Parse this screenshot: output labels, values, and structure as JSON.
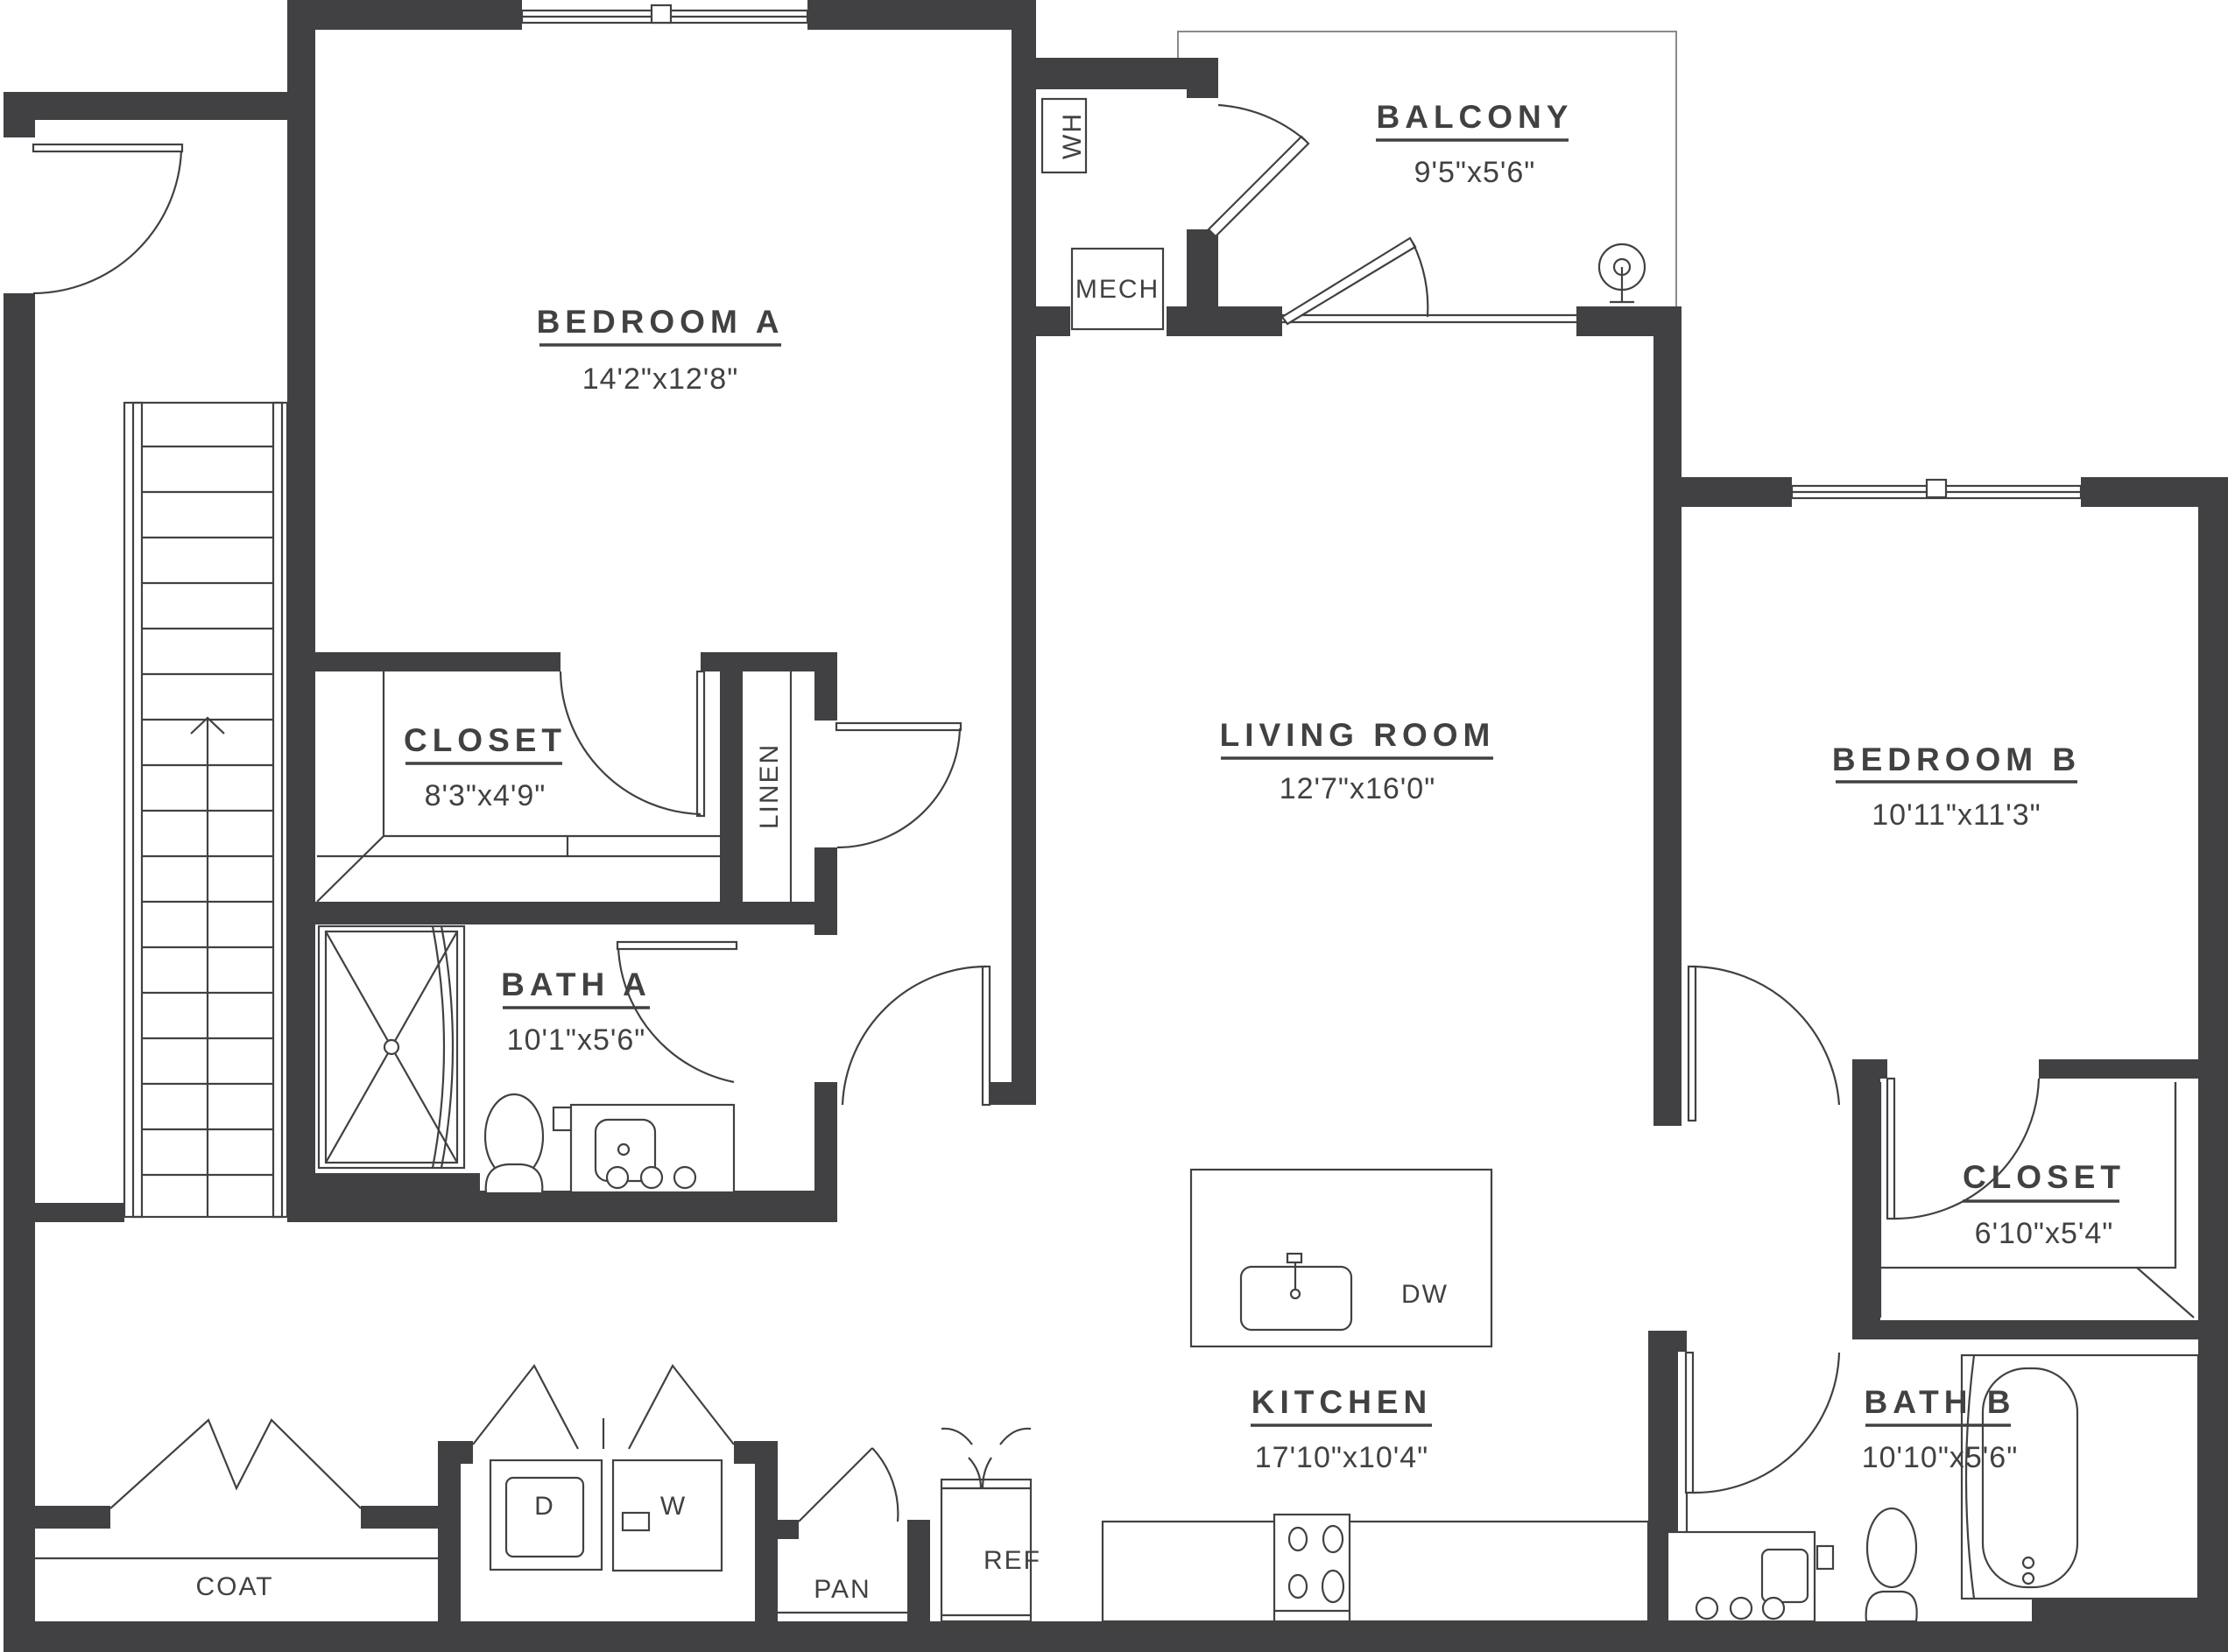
{
  "plan": {
    "wall_color": "#414143",
    "background": "#ffffff",
    "rooms": {
      "bedroom_a": {
        "name": "BEDROOM A",
        "dims": "14'2\"x12'8\""
      },
      "balcony": {
        "name": "BALCONY",
        "dims": "9'5\"x5'6\""
      },
      "closet_a": {
        "name": "CLOSET",
        "dims": "8'3\"x4'9\""
      },
      "living_room": {
        "name": "LIVING ROOM",
        "dims": "12'7\"x16'0\""
      },
      "bedroom_b": {
        "name": "BEDROOM B",
        "dims": "10'11\"x11'3\""
      },
      "bath_a": {
        "name": "BATH A",
        "dims": "10'1\"x5'6\""
      },
      "closet_b": {
        "name": "CLOSET",
        "dims": "6'10\"x5'4\""
      },
      "kitchen": {
        "name": "KITCHEN",
        "dims": "17'10\"x10'4\""
      },
      "bath_b": {
        "name": "BATH B",
        "dims": "10'10\"x5'6\""
      }
    },
    "fixtures": {
      "water_heater": "WH",
      "mechanical": "MECH",
      "linen": "LINEN",
      "coat": "COAT",
      "dryer": "D",
      "washer": "W",
      "pantry": "PAN",
      "refrigerator": "REF",
      "dishwasher": "DW"
    }
  }
}
